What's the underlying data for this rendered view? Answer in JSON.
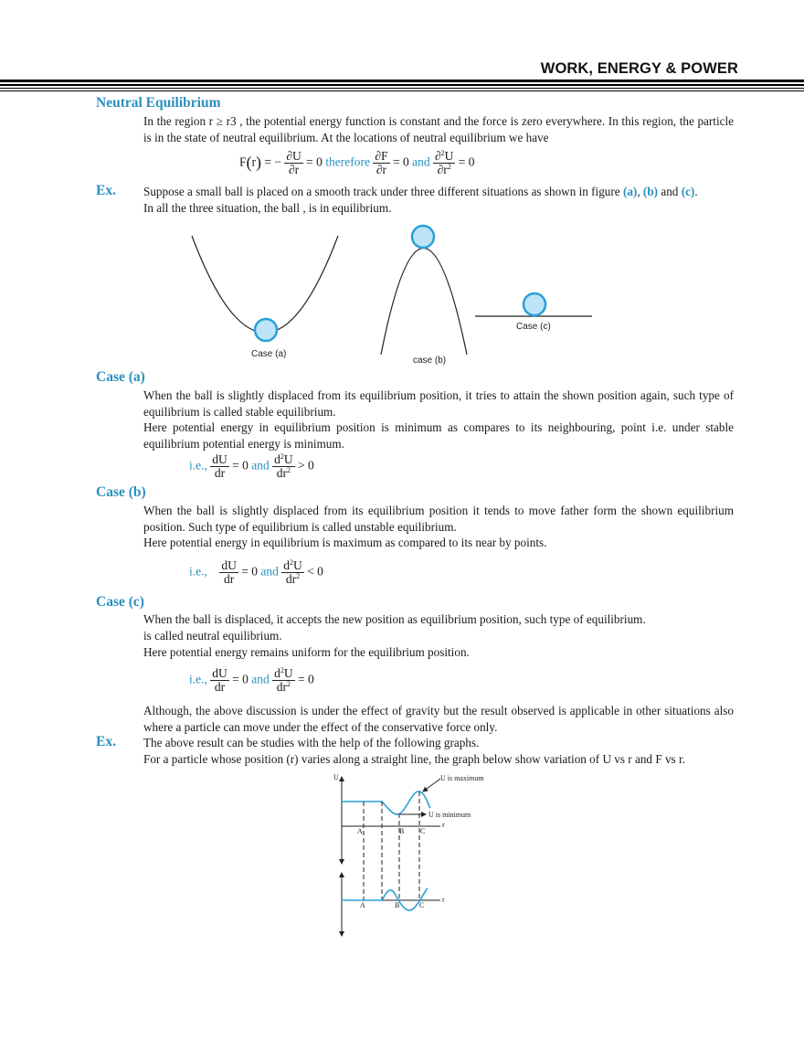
{
  "header": {
    "title": "WORK, ENERGY & POWER"
  },
  "neutral": {
    "heading": "Neutral Equilibrium",
    "p1a": "In the region r ",
    "geq": "≥",
    "p1b": " r3 , the potential energy function is constant  and the force is zero everywhere. In this region, the particle is in the state of neutral equilibrium. At the locations of neutral equilibrium we have",
    "eq": {
      "F": "F",
      "r": "r",
      "minus": "= −",
      "dU": "∂U",
      "dr": "∂r",
      "eq0": "= 0",
      "therefore": "therefore",
      "dF": "∂F",
      "and": "and",
      "d2U": "∂",
      "d2U_sup": "2",
      "d2U_U": "U",
      "dr2": "∂r",
      "dr2_sup": "2"
    }
  },
  "ex1": {
    "label": "Ex.",
    "t1": "Suppose a small ball is placed on a smooth track under three different situations as shown in figure ",
    "a": "(a)",
    "c1": ", ",
    "b": "(b)",
    "and": " and ",
    "c": "(c)",
    "dot": ".",
    "line2": "In all the three situation, the ball , is in equilibrium."
  },
  "fig1": {
    "case_a": "Case (a)",
    "case_b": "case (b)",
    "case_c": "Case (c)",
    "ball_color": "#2a9fd8"
  },
  "case_a": {
    "heading": "Case  (a)",
    "p1": "When the ball is slightly displaced from its equilibrium position, it tries to attain the shown position again, such type of equilibrium is called stable equilibrium.",
    "p2": "Here potential energy in equilibrium position is minimum as compares to its neighbouring, point i.e. under stable equilibrium potential energy is minimum.",
    "ie": "i.e.,",
    "dU": "dU",
    "dr": "dr",
    "eq0": "= 0",
    "and": "and",
    "d2": "d",
    "sup2": "2",
    "U": "U",
    "op": "> 0"
  },
  "case_b": {
    "heading": "Case  (b)",
    "p1": "When the ball is slightly displaced from its equilibrium position it tends to move father form the shown equilibrium position. Such type of equilibrium is called unstable equilibrium.",
    "p2": "Here potential energy in equilibrium is maximum as compared to its near by points.",
    "ie": "i.e.,",
    "dU": "dU",
    "dr": "dr",
    "eq0": "= 0",
    "and": "and",
    "d2": "d",
    "sup2": "2",
    "U": "U",
    "op": "< 0"
  },
  "case_c": {
    "heading": "Case  (c)",
    "p1": "When the ball is displaced, it accepts the new position as equilibrium position, such type of equilibrium.",
    "p2": " is called neutral equilibrium.",
    "p3": "Here potential energy remains uniform for the equilibrium position.",
    "ie": "i.e.,",
    "dU": "dU",
    "dr": "dr",
    "eq0": "= 0",
    "and": "and",
    "d2": "d",
    "sup2": "2",
    "U": "U",
    "op": "= 0",
    "p4": "Although, the above discussion is under the effect of gravity but the result observed is applicable in other situations also where a particle can move under the effect of the conservative force only."
  },
  "ex2": {
    "label": "Ex.",
    "l1": "The above result can be studies with the help of the following graphs.",
    "l2": "For a particle whose position (r) varies along a straight line, the graph below show variation of U vs r and F vs r."
  },
  "graph": {
    "U": "U",
    "umax": "U is maximum",
    "umin": "U is minimum",
    "r": "r",
    "A": "A",
    "B": "B",
    "C": "C",
    "r2": "r",
    "A2": "A",
    "B2": "B",
    "C2": "C",
    "curve_color": "#2a9fd8"
  }
}
